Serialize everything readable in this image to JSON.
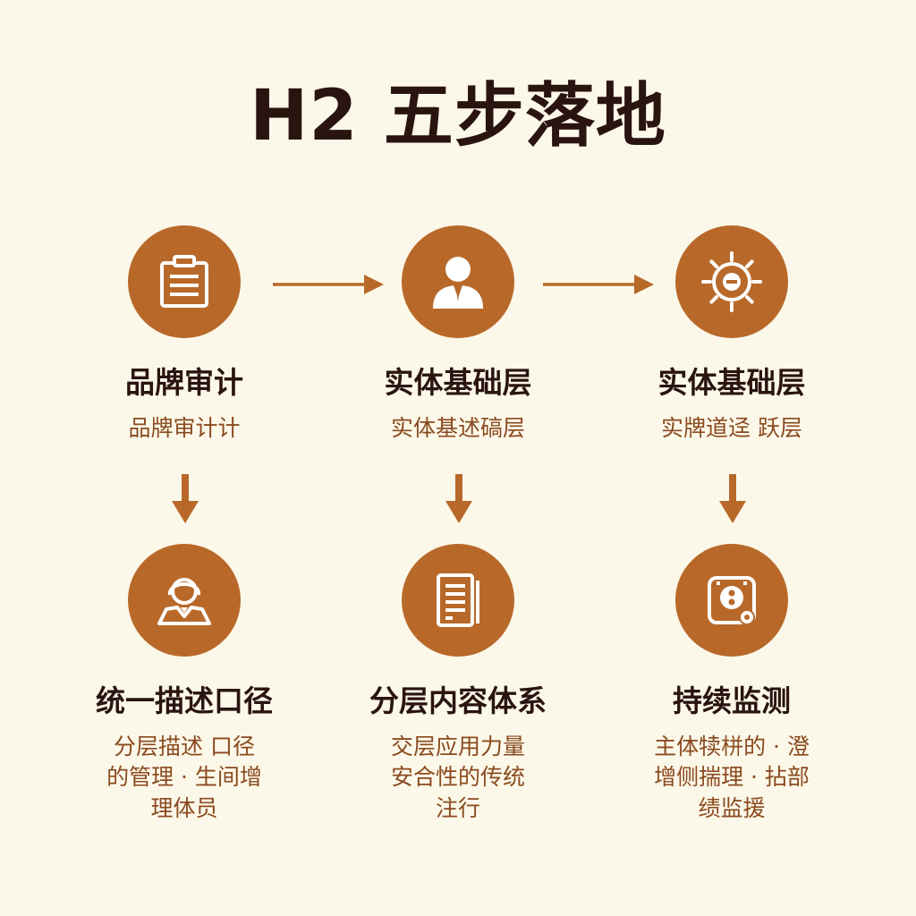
{
  "title": "H2 五步落地",
  "colors": {
    "background": "#fcf8e9",
    "accent": "#b8692a",
    "heading": "#2a1410",
    "description": "#8a4a1f"
  },
  "steps": [
    {
      "icon": "clipboard-icon",
      "title": "品牌审计",
      "desc": [
        "品牌审计计"
      ]
    },
    {
      "icon": "person-icon",
      "title": "实体基础层",
      "desc": [
        "实体基述碻层"
      ]
    },
    {
      "icon": "gear-icon",
      "title": "实体基础层",
      "desc": [
        "实牌道迳 跃层"
      ]
    },
    {
      "icon": "user-profile-icon",
      "title": "统一描述口径",
      "desc": [
        "分层描述 口径",
        "的管理 · 生间增",
        "理体员"
      ]
    },
    {
      "icon": "document-icon",
      "title": "分层内容体系",
      "desc": [
        "交层应用力量",
        "安合性的传统",
        "注行"
      ]
    },
    {
      "icon": "monitor-icon",
      "title": "持续监测",
      "desc": [
        "主体犊栟的 · 澄",
        "增侧揣理 · 拈部",
        "绩监援"
      ]
    }
  ]
}
